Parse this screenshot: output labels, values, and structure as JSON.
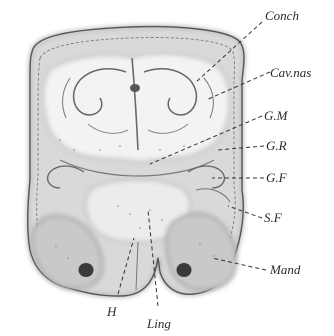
{
  "figure": {
    "labels": {
      "conch": "Conch",
      "cav_nas": "Cav.nas",
      "g_m": "G.M",
      "g_r": "G.R",
      "g_f": "G.F",
      "s_f": "S.F",
      "mand": "Mand",
      "h": "H",
      "ling": "Ling"
    }
  }
}
